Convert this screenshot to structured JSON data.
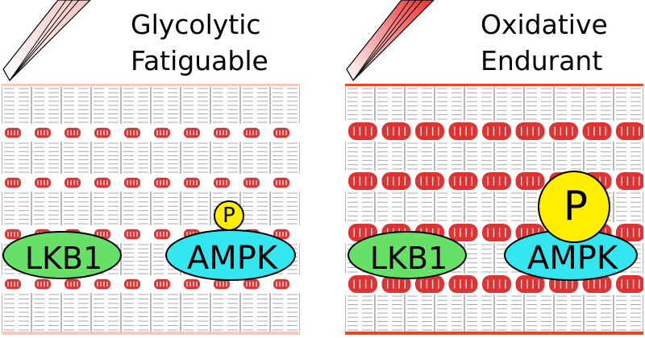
{
  "panels": {
    "left": {
      "title_line1": "Glycolytic",
      "title_line2": "Fatiguable",
      "lkb1_label": "LKB1",
      "ampk_label": "AMPK",
      "phospho_label": "P",
      "muscle_icon": "muscle-fiber-light-icon"
    },
    "right": {
      "title_line1": "Oxidative",
      "title_line2": "Endurant",
      "lkb1_label": "LKB1",
      "ampk_label": "AMPK",
      "phospho_label": "P",
      "muscle_icon": "muscle-fiber-red-icon"
    }
  },
  "colors": {
    "lkb1": "#66e066",
    "ampk": "#33e6f0",
    "phospho": "#ffee00",
    "mitochondria": "#dd3333",
    "mito_cristae": "#ffdddd",
    "border_light": "#f8c8c0",
    "border_red": "#ee4422",
    "sarcomere_line": "#aaaaaa"
  }
}
